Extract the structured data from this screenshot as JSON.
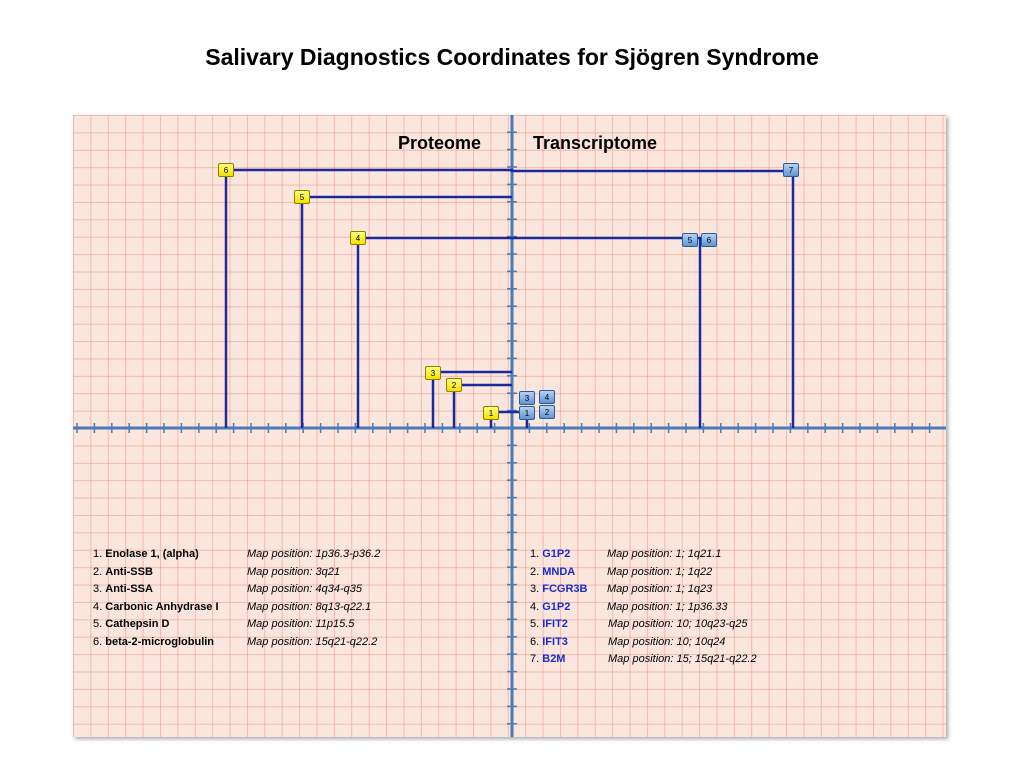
{
  "title": "Salivary Diagnostics Coordinates for Sjögren Syndrome",
  "headers": {
    "left": "Proteome",
    "right": "Transcriptome"
  },
  "colors": {
    "axis": "#4a7ab8",
    "line": "#1a2a9c",
    "proteome_box": "#f5e000",
    "transcriptome_box": "#5e94d4",
    "grid": "#e8968c",
    "background": "#fae6dd"
  },
  "proteome_markers": [
    "1",
    "2",
    "3",
    "4",
    "5",
    "6"
  ],
  "transcriptome_markers": [
    "1",
    "2",
    "3",
    "4",
    "5",
    "6",
    "7"
  ],
  "proteome_legend": [
    {
      "num": "1.",
      "name": "Enolase 1, (alpha)",
      "pos": "Map position: 1p36.3-p36.2"
    },
    {
      "num": "2.",
      "name": "Anti-SSB",
      "pos": "Map position: 3q21"
    },
    {
      "num": "3.",
      "name": "Anti-SSA",
      "pos": "Map position: 4q34-q35"
    },
    {
      "num": "4.",
      "name": "Carbonic Anhydrase I",
      "pos": "Map position: 8q13-q22.1"
    },
    {
      "num": "5.",
      "name": "Cathepsin D",
      "pos": "Map position: 11p15.5"
    },
    {
      "num": "6.",
      "name": "beta-2-microglobulin",
      "pos": "Map position: 15q21-q22.2"
    }
  ],
  "transcriptome_legend": [
    {
      "num": "1.",
      "name": "G1P2",
      "pos": "Map position:  1; 1q21.1"
    },
    {
      "num": "2.",
      "name": "MNDA",
      "pos": "Map position: 1; 1q22"
    },
    {
      "num": "3.",
      "name": "FCGR3B",
      "pos": "Map position: 1; 1q23"
    },
    {
      "num": "4.",
      "name": "G1P2",
      "pos": "Map position: 1; 1p36.33"
    },
    {
      "num": "5.",
      "name": "IFIT2",
      "pos": "Map position: 10; 10q23-q25"
    },
    {
      "num": "6.",
      "name": "IFIT3",
      "pos": "Map position: 10; 10q24"
    },
    {
      "num": "7.",
      "name": "B2M",
      "pos": "Map position: 15; 15q21-q22.2"
    }
  ]
}
